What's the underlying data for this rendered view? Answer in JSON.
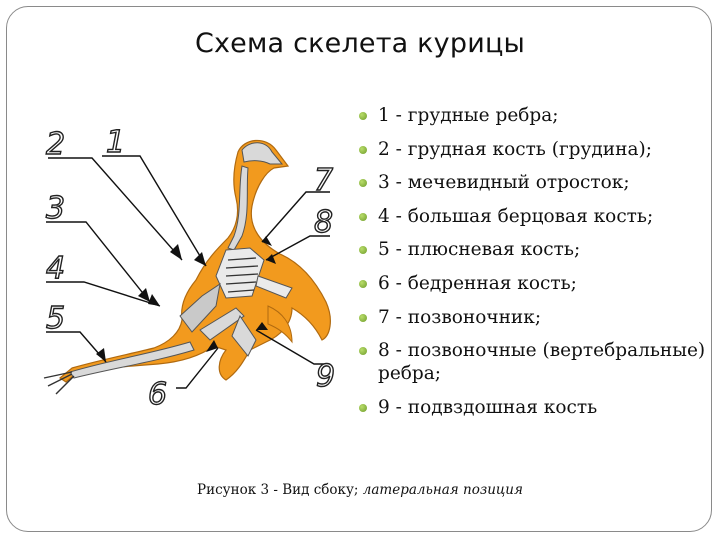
{
  "title": "Схема скелета курицы",
  "legend": [
    "1 - грудные ребра;",
    "2 - грудная кость (грудина);",
    "3 - мечевидный отросток;",
    "4 - большая берцовая кость;",
    "5 - плюсневая кость;",
    "6 - бедренная кость;",
    "7 - позвоночник;",
    "8 - позвоночные (вертебральные) ребра;",
    "9 - подвздошная кость"
  ],
  "caption": {
    "prefix": "Рисунок 3 - Вид сбоку; ",
    "emphasis": "латеральная позиция"
  },
  "figure": {
    "labels": [
      "2",
      "1",
      "3",
      "4",
      "5",
      "7",
      "8",
      "6",
      "9"
    ],
    "colors": {
      "body": "#f29a1e",
      "bone": "#d9d9d9",
      "outline": "#222222",
      "bullet": "#7fae3a"
    }
  }
}
